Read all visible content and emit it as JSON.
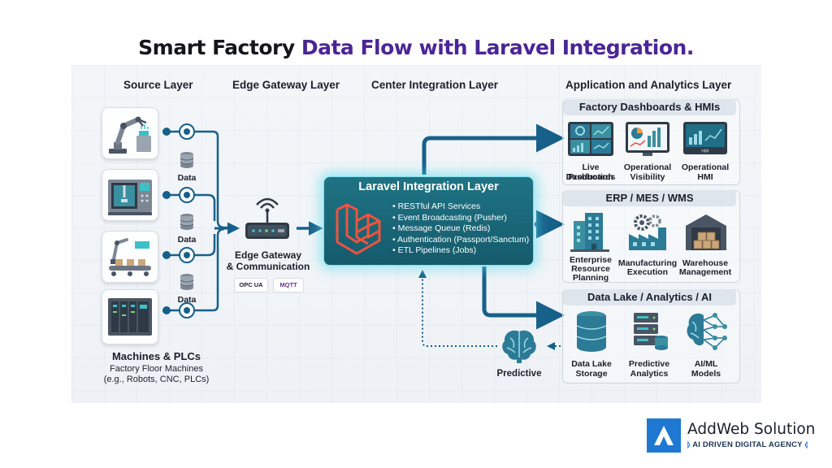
{
  "title": {
    "part1": "Smart Factory ",
    "part2": "Data Flow with ",
    "part3": "Laravel Integration."
  },
  "layers": {
    "source": "Source Layer",
    "edge": "Edge Gateway Layer",
    "center": "Center Integration Layer",
    "app": "Application and Analytics Layer"
  },
  "source": {
    "data_labels": [
      "Data",
      "Data",
      "Data"
    ],
    "title": "Machines & PLCs",
    "subtitle1": "Factory Floor Machines",
    "subtitle2": "(e.g., Robots, CNC, PLCs)"
  },
  "edge": {
    "label1": "Edge Gateway",
    "label2": "& Communication",
    "protocols": [
      "OPC UA",
      "MQTT"
    ]
  },
  "laravel": {
    "title": "Laravel Integration Layer",
    "items": [
      "RESTful API Services",
      "Event Broadcasting (Pusher)",
      "Message Queue (Redis)",
      "Authentication (Passport/Sanctum)",
      "ETL Pipelines (Jobs)"
    ]
  },
  "predictive": {
    "label": "Predictive"
  },
  "sections": {
    "dashboards": {
      "title": "Factory Dashboards & HMIs",
      "items": [
        {
          "l1": "Live Production",
          "l2": "Dashboards"
        },
        {
          "l1": "Operational",
          "l2": "Visibility"
        },
        {
          "l1": "Operational",
          "l2": "HMI"
        }
      ],
      "hmi_text": "HMI"
    },
    "erp": {
      "title": "ERP / MES / WMS",
      "items": [
        {
          "l1": "Enterprise",
          "l2": "Resource",
          "l3": "Planning"
        },
        {
          "l1": "Manufacturing",
          "l2": "Execution"
        },
        {
          "l1": "Warehouse",
          "l2": "Management"
        }
      ]
    },
    "analytics": {
      "title": "Data Lake / Analytics / AI",
      "items": [
        {
          "l1": "Data Lake",
          "l2": "Storage"
        },
        {
          "l1": "Predictive",
          "l2": "Analytics"
        },
        {
          "l1": "AI/ML",
          "l2": "Models"
        }
      ]
    }
  },
  "logo": {
    "name": "AddWeb Solution",
    "tagline": "AI DRIVEN DIGITAL AGENCY"
  },
  "colors": {
    "flow_blue": "#17608a",
    "laravel_teal": "#1a6878",
    "laravel_red": "#f05340",
    "title_purple": "#4b2596",
    "brand_blue": "#1f78d1"
  }
}
